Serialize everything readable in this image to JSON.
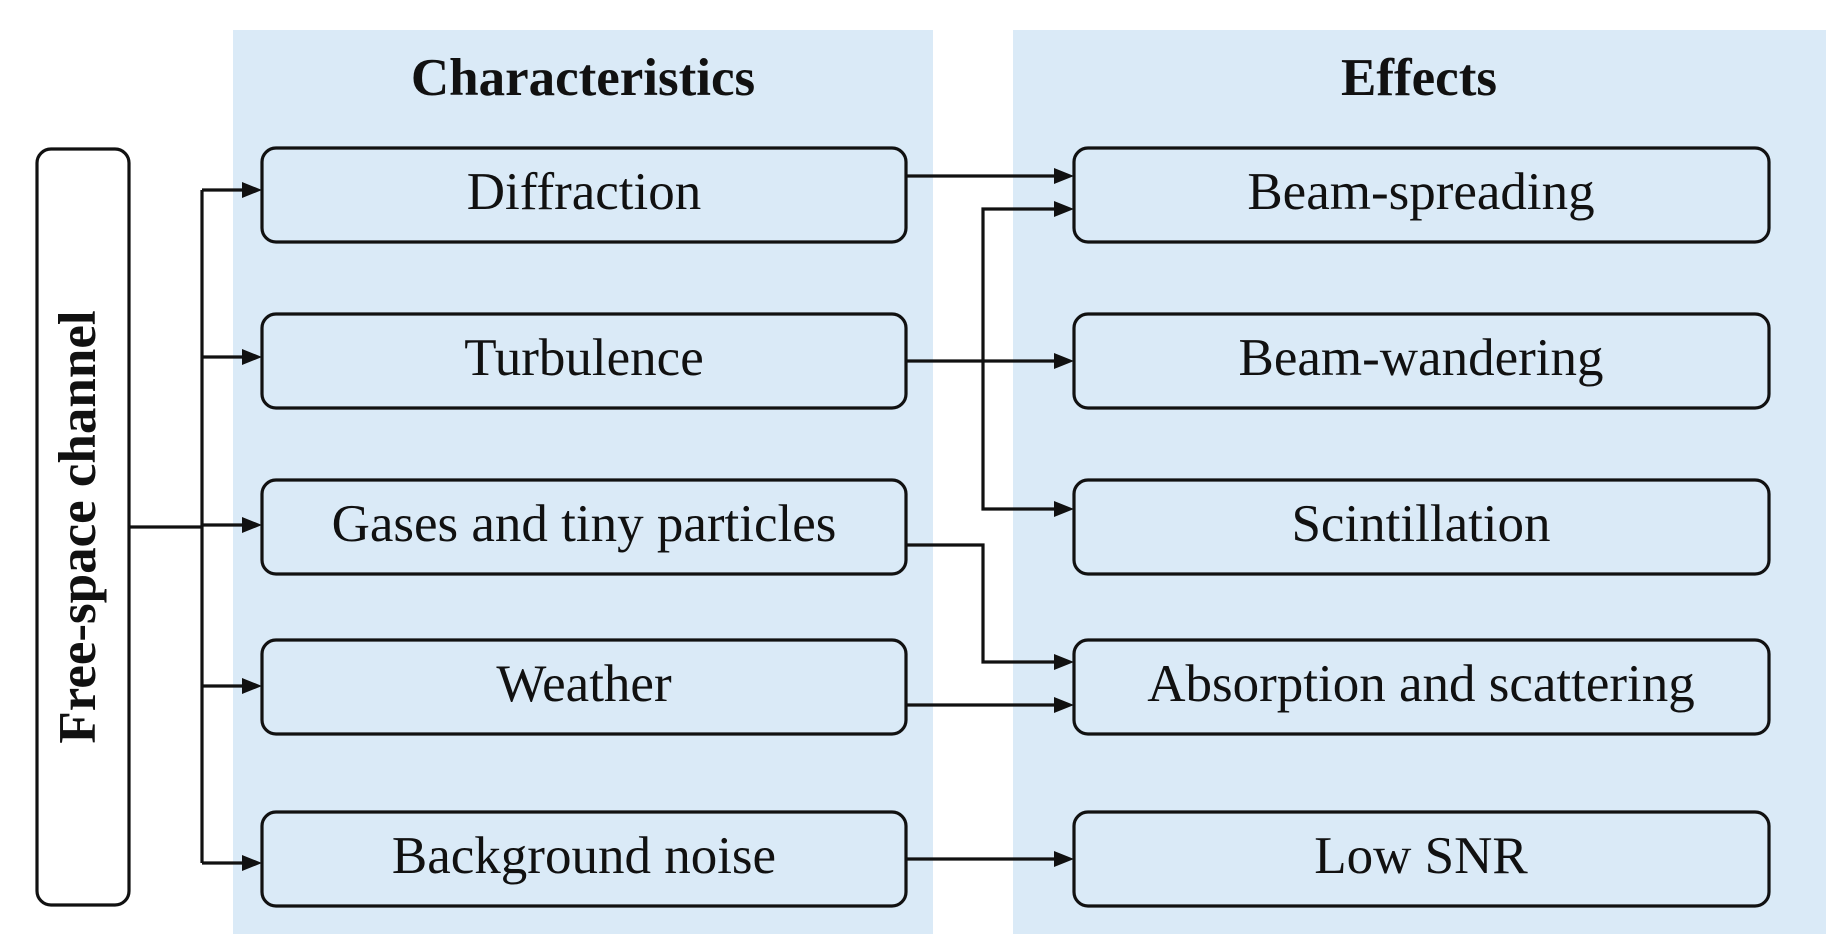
{
  "source": {
    "label": "Free-space channel"
  },
  "characteristics": {
    "header": "Characteristics",
    "items": [
      "Diffraction",
      "Turbulence",
      "Gases and tiny particles",
      "Weather",
      "Background noise"
    ]
  },
  "effects": {
    "header": "Effects",
    "items": [
      "Beam-spreading",
      "Beam-wandering",
      "Scintillation",
      "Absorption and scattering",
      "Low SNR"
    ]
  },
  "links": [
    {
      "from": "Diffraction",
      "to": "Beam-spreading"
    },
    {
      "from": "Turbulence",
      "to": "Beam-spreading"
    },
    {
      "from": "Turbulence",
      "to": "Beam-wandering"
    },
    {
      "from": "Turbulence",
      "to": "Scintillation"
    },
    {
      "from": "Gases and tiny particles",
      "to": "Absorption and scattering"
    },
    {
      "from": "Weather",
      "to": "Absorption and scattering"
    },
    {
      "from": "Background noise",
      "to": "Low SNR"
    }
  ],
  "colors": {
    "panel": "#daeaf7",
    "stroke": "#111111"
  }
}
